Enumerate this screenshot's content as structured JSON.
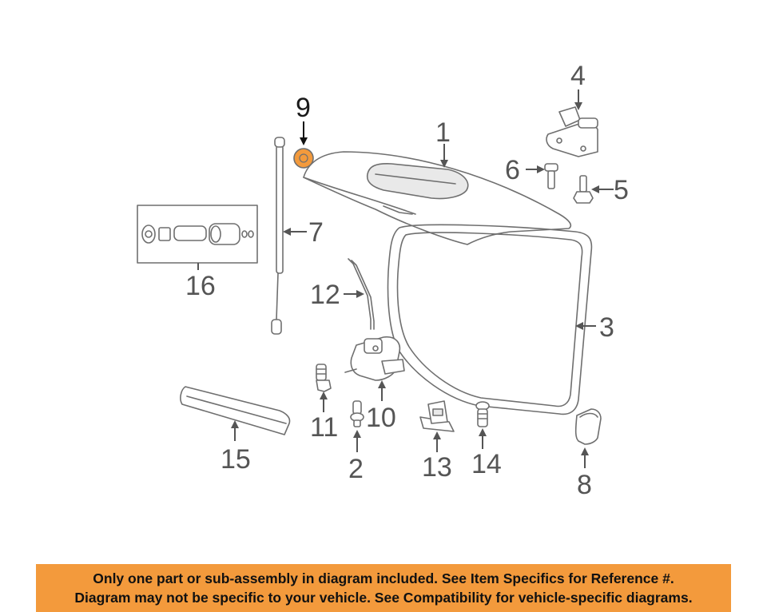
{
  "highlight_color": "#f39a3c",
  "callouts": {
    "c1": "1",
    "c2": "2",
    "c3": "3",
    "c4": "4",
    "c5": "5",
    "c6": "6",
    "c7": "7",
    "c8": "8",
    "c9": "9",
    "c10": "10",
    "c11": "11",
    "c12": "12",
    "c13": "13",
    "c14": "14",
    "c15": "15",
    "c16": "16"
  },
  "notice": {
    "line1": "Only one part or sub-assembly in diagram included. See Item Specifics for Reference #.",
    "line2": "Diagram may not be specific to your vehicle. See Compatibility for vehicle-specific diagrams."
  }
}
